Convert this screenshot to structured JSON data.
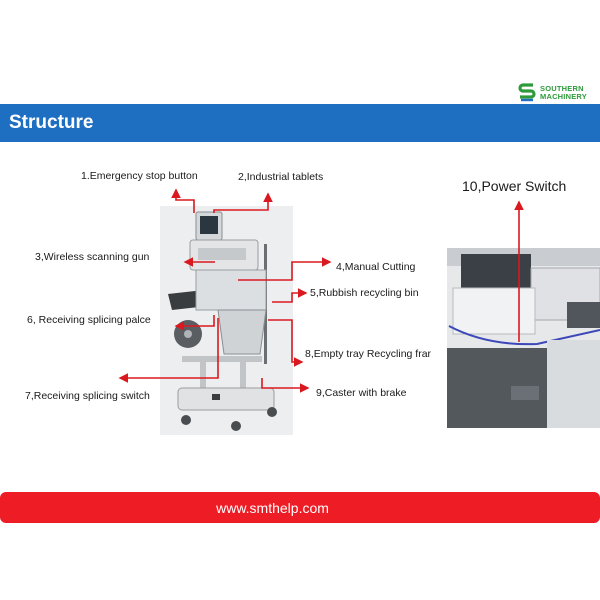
{
  "logo": {
    "line1": "SOUTHERN",
    "line2": "MACHINERY",
    "color": "#2f9a3c"
  },
  "header": {
    "title": "Structure",
    "bar_color": "#1e6fc2"
  },
  "callouts": [
    {
      "id": 1,
      "text": "1.Emergency stop button"
    },
    {
      "id": 2,
      "text": "2,Industrial tablets"
    },
    {
      "id": 3,
      "text": "3,Wireless scanning gun"
    },
    {
      "id": 4,
      "text": "4,Manual Cutting"
    },
    {
      "id": 5,
      "text": "5,Rubbish recycling bin"
    },
    {
      "id": 6,
      "text": "6, Receiving splicing palce"
    },
    {
      "id": 7,
      "text": "7,Receiving splicing switch"
    },
    {
      "id": 8,
      "text": "8,Empty tray Recycling frar"
    },
    {
      "id": 9,
      "text": "9,Caster with brake"
    },
    {
      "id": 10,
      "text": "10,Power Switch"
    }
  ],
  "arrow_color": "#d9191f",
  "footer": {
    "url": "www.smthelp.com",
    "bar_color": "#ee1c25"
  }
}
